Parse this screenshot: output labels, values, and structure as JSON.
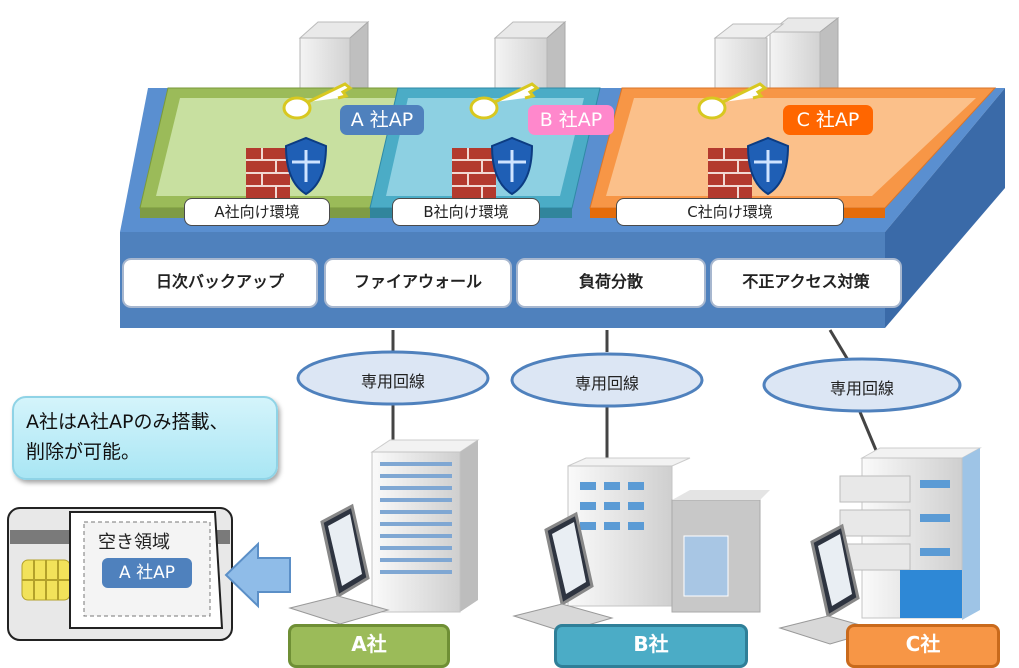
{
  "apps": {
    "a": "A 社AP",
    "b": "B 社AP",
    "c": "C 社AP"
  },
  "environments": {
    "a": "A社向け環境",
    "b": "B社向け環境",
    "c": "C社向け環境"
  },
  "services": [
    "日次バックアップ",
    "ファイアウォール",
    "負荷分散",
    "不正アクセス対策"
  ],
  "lines": [
    "専用回線",
    "専用回線",
    "専用回線"
  ],
  "callout": {
    "line1": "A社はA社APのみ搭載、",
    "line2": "削除が可能。"
  },
  "sim": {
    "area_label": "空き領域",
    "app": "A 社AP"
  },
  "companies": {
    "a": "A社",
    "b": "B社",
    "c": "C社"
  },
  "colors": {
    "green": "#9bbb59",
    "teal": "#4bacc6",
    "orange": "#f79646",
    "blue": "#4f81bd",
    "pink": "#ff88cc",
    "orange_tag": "#ff6600"
  }
}
